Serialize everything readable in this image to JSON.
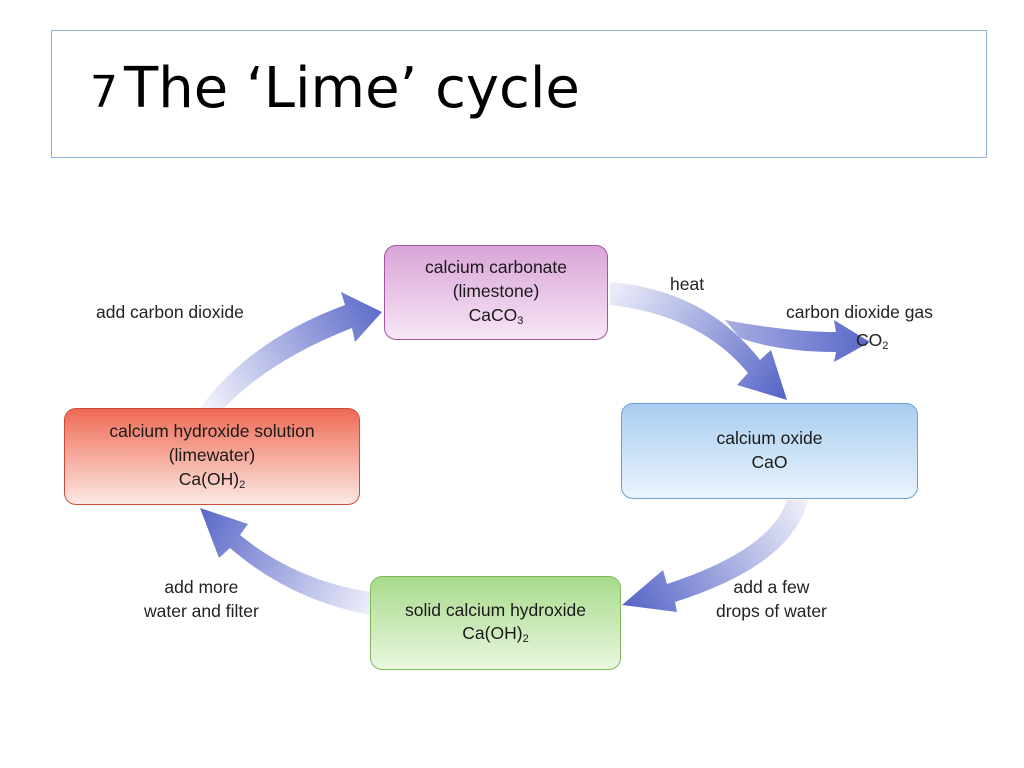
{
  "title": {
    "number": "7",
    "text": "The ‘Lime’ cycle"
  },
  "boxes": {
    "calcium_carbonate": {
      "name": "calcium carbonate",
      "sub_name": "(limestone)",
      "formula_main": "CaCO",
      "formula_sub": "3"
    },
    "calcium_oxide": {
      "name": "calcium oxide",
      "formula": "CaO"
    },
    "solid_calcium_hydroxide": {
      "name": "solid calcium hydroxide",
      "formula_main": "Ca(OH)",
      "formula_sub": "2"
    },
    "calcium_hydroxide_solution": {
      "name": "calcium hydroxide solution",
      "sub_name": "(limewater)",
      "formula_main": "Ca(OH)",
      "formula_sub": "2"
    }
  },
  "labels": {
    "add_carbon_dioxide": "add carbon dioxide",
    "heat": "heat",
    "carbon_dioxide_gas": "carbon dioxide gas",
    "co2_main": "CO",
    "co2_sub": "2",
    "add_few_drops_line1": "add a few",
    "add_few_drops_line2": "drops of water",
    "add_more_water_line1": "add more",
    "add_more_water_line2": "water and filter"
  },
  "colors": {
    "arrow": "#5a68c8",
    "calcium_carbonate": "#d9a4d8",
    "calcium_oxide": "#a9cdf0",
    "solid_calcium_hydroxide": "#a9da8c",
    "calcium_hydroxide_solution": "#ee6b55"
  }
}
